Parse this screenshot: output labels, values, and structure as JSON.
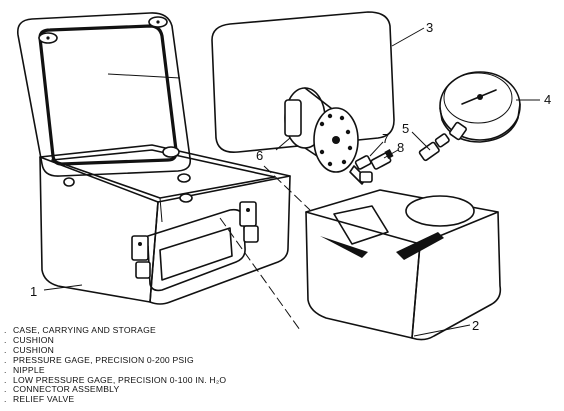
{
  "callouts": [
    "1",
    "2",
    "3",
    "4",
    "5",
    "6",
    "7",
    "8"
  ],
  "legend": [
    "CASE, CARRYING AND STORAGE",
    "CUSHION",
    "CUSHION",
    "PRESSURE GAGE, PRECISION 0-200 PSIG",
    "NIPPLE",
    "LOW PRESSURE GAGE, PRECISION 0-100 IN. H₂O",
    "CONNECTOR ASSEMBLY",
    "RELIEF VALVE"
  ],
  "legend_marker": "."
}
